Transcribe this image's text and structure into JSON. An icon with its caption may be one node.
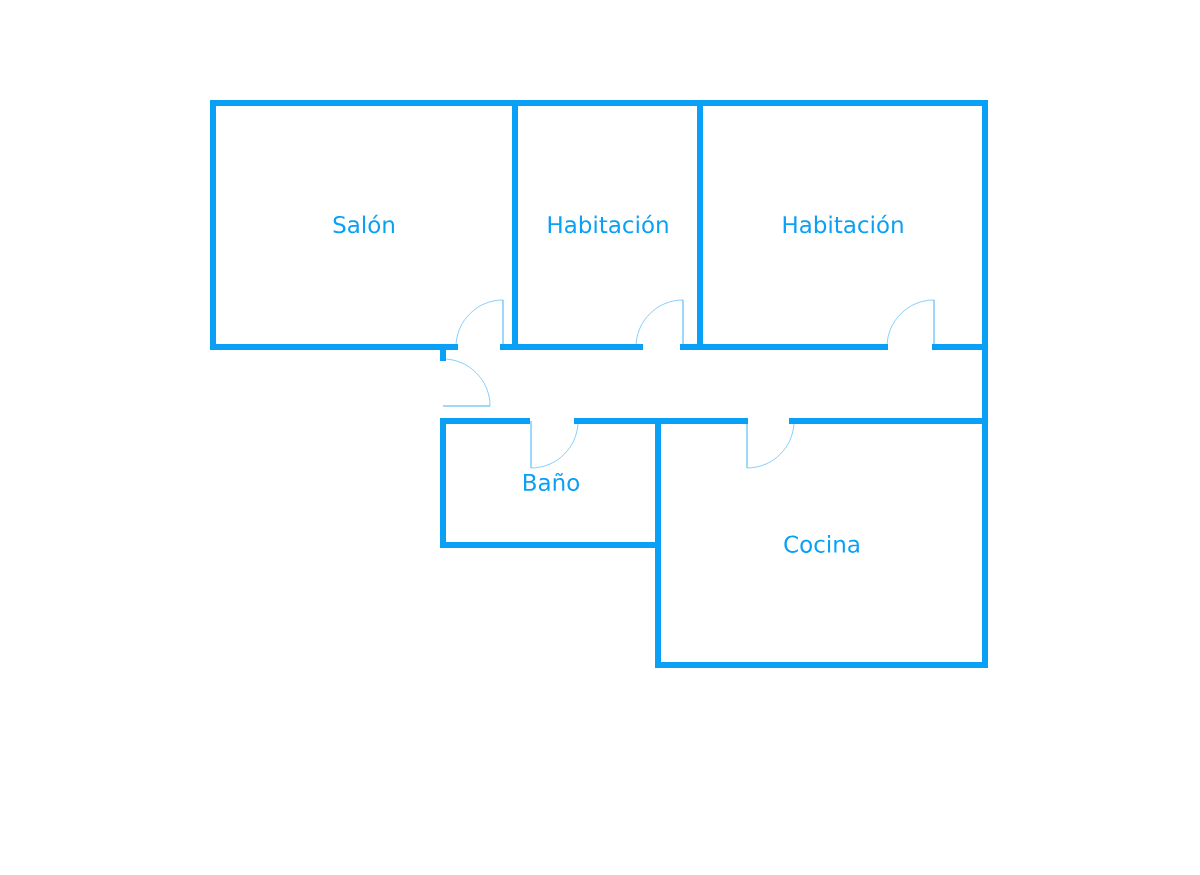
{
  "diagram": {
    "nodes": [
      {
        "text": [
          "Salón"
        ]
      },
      {
        "text": [
          "Habitación"
        ]
      },
      {
        "text": [
          "Habitación"
        ]
      },
      {
        "text": [
          "Baño"
        ]
      },
      {
        "text": [
          "Cocina"
        ]
      }
    ]
  }
}
